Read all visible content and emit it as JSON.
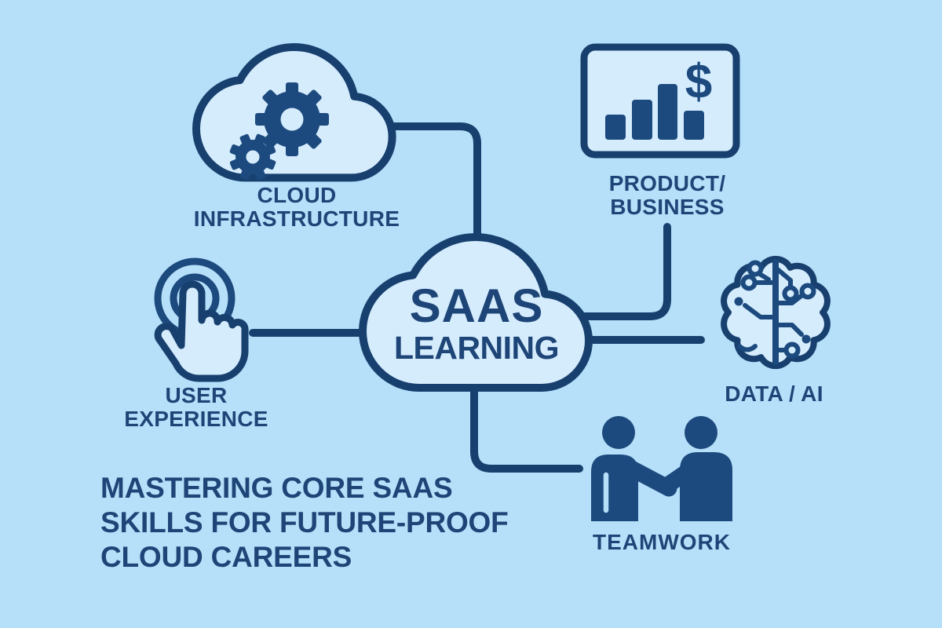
{
  "meta": {
    "title": "SAAS Learning core skills diagram"
  },
  "colors": {
    "background": "#b6dff9",
    "shape_fill": "#d5ecfd",
    "outline_navy": "#18406f",
    "icon_navy": "#1c4a7e",
    "text_navy": "#1e4577"
  },
  "center_node": {
    "line1": "SAAS",
    "line2": "LEARNING"
  },
  "nodes": [
    {
      "id": "cloud-infrastructure",
      "icon": "cloud-gears-icon",
      "lines": [
        "CLOUD",
        "INFRASTRUCTURE"
      ]
    },
    {
      "id": "product-business",
      "icon": "bar-chart-dollar-icon",
      "lines": [
        "PRODUCT/",
        "BUSINESS"
      ],
      "dollar_glyph": "$"
    },
    {
      "id": "user-experience",
      "icon": "touch-gesture-icon",
      "lines": [
        "USER",
        "EXPERIENCE"
      ]
    },
    {
      "id": "data-ai",
      "icon": "brain-circuit-icon",
      "lines": [
        "DATA / AI"
      ]
    },
    {
      "id": "teamwork",
      "icon": "handshake-people-icon",
      "lines": [
        "TEAMWORK"
      ]
    }
  ],
  "tagline": {
    "lines": [
      "MASTERING CORE SAAS",
      "SKILLS FOR FUTURE-PROOF",
      "CLOUD CAREERS"
    ]
  }
}
